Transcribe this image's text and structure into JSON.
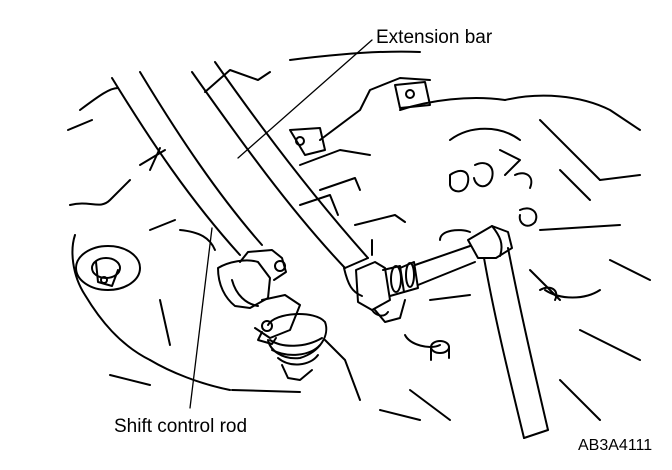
{
  "labels": {
    "extension_bar": "Extension bar",
    "shift_control_rod": "Shift control rod"
  },
  "figure_code": "AB3A4111",
  "colors": {
    "line": "#000000",
    "background": "#ffffff"
  }
}
